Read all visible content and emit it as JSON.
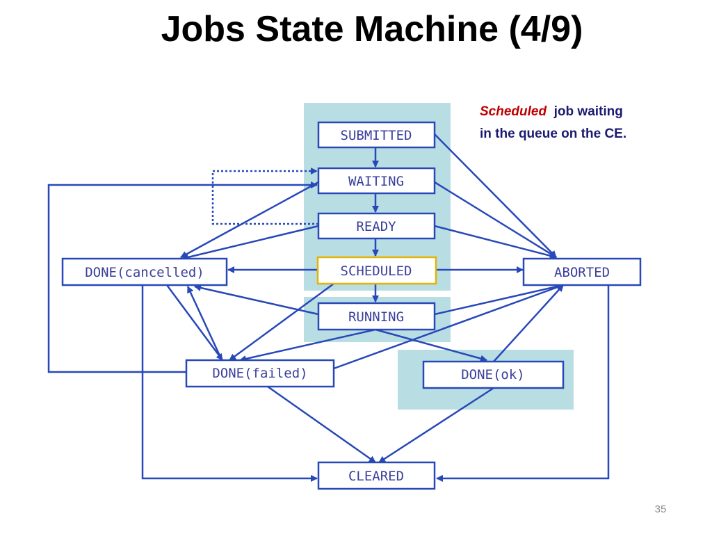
{
  "title": "Jobs State Machine (4/9)",
  "note": {
    "highlight": "Scheduled",
    "line1_rest": "job waiting",
    "line2": "in the queue on the CE."
  },
  "page_number": "35",
  "colors": {
    "zone": "#b8dde3",
    "box_border": "#2848b8",
    "box_text": "#3a3f9a",
    "arrow": "#2848b8",
    "highlight_border": "#e3b400",
    "highlight_word": "#c00000",
    "note_text": "#1a1a70"
  },
  "states": {
    "submitted": "SUBMITTED",
    "waiting": "WAITING",
    "ready": "READY",
    "scheduled": "SCHEDULED",
    "running": "RUNNING",
    "done_cancelled": "DONE(cancelled)",
    "done_failed": "DONE(failed)",
    "done_ok": "DONE(ok)",
    "aborted": "ABORTED",
    "cleared": "CLEARED"
  },
  "highlighted_state": "SCHEDULED"
}
